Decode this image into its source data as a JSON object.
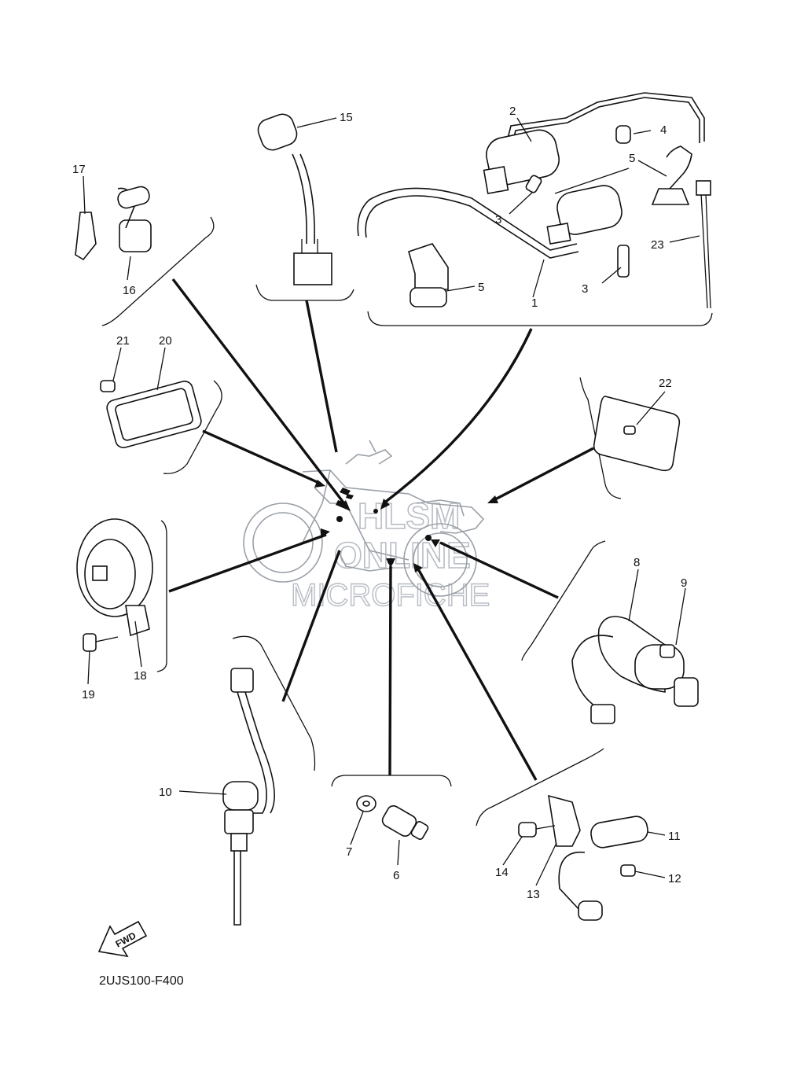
{
  "diagram_code": "2UJS100-F400",
  "fwd_label": "FWD",
  "watermark": {
    "line1": "HLSM",
    "line2": "ONLINE",
    "line3": "MICROFICHE"
  },
  "callouts": {
    "c1": "1",
    "c2": "2",
    "c3a": "3",
    "c3b": "3",
    "c4": "4",
    "c5a": "5",
    "c5b": "5",
    "c6": "6",
    "c7": "7",
    "c8": "8",
    "c9": "9",
    "c10": "10",
    "c11": "11",
    "c12": "12",
    "c13": "13",
    "c14": "14",
    "c15": "15",
    "c16": "16",
    "c17": "17",
    "c18": "18",
    "c19": "19",
    "c20": "20",
    "c21": "21",
    "c22": "22",
    "c23": "23"
  }
}
